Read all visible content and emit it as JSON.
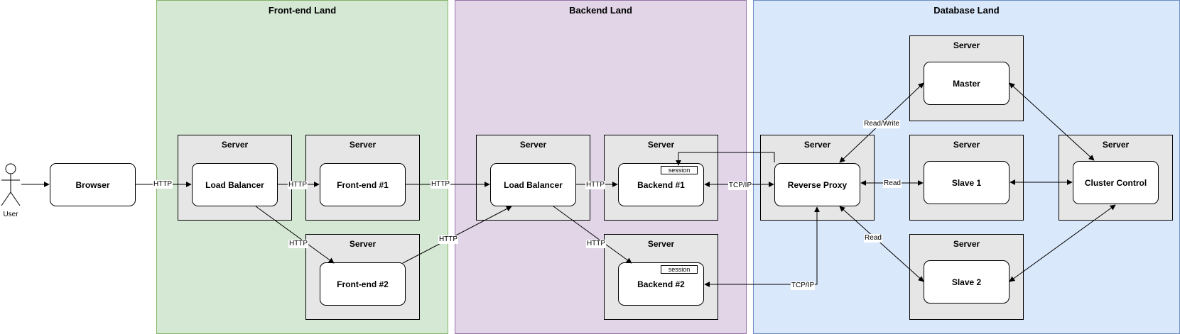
{
  "zones": {
    "frontend": {
      "title": "Front-end Land",
      "fill": "#d5e8d4",
      "stroke": "#82b366"
    },
    "backend": {
      "title": "Backend Land",
      "fill": "#e1d5e7",
      "stroke": "#9673a6"
    },
    "database": {
      "title": "Database Land",
      "fill": "#dae8fc",
      "stroke": "#6c8ebf"
    }
  },
  "actor": {
    "label": "User",
    "icon": "person-icon"
  },
  "server_title": "Server",
  "nodes": {
    "browser": "Browser",
    "fe_lb": "Load Balancer",
    "fe1": "Front-end #1",
    "fe2": "Front-end #2",
    "be_lb": "Load Balancer",
    "be1": "Backend #1",
    "be2": "Backend #2",
    "proxy": "Reverse Proxy",
    "master": "Master",
    "slave1": "Slave 1",
    "slave2": "Slave 2",
    "cluster": "Cluster Control"
  },
  "session_tag": "session",
  "edges": [
    {
      "id": "user-browser",
      "from": "User",
      "to": "Browser",
      "label": "",
      "direction": "forward"
    },
    {
      "id": "browser-felb",
      "from": "Browser",
      "to": "Load Balancer (Front-end)",
      "label": "HTTP",
      "direction": "forward"
    },
    {
      "id": "felb-fe1",
      "from": "Load Balancer (Front-end)",
      "to": "Front-end #1",
      "label": "HTTP",
      "direction": "forward"
    },
    {
      "id": "felb-fe2",
      "from": "Load Balancer (Front-end)",
      "to": "Front-end #2",
      "label": "HTTP",
      "direction": "forward"
    },
    {
      "id": "fe1-belb",
      "from": "Front-end #1",
      "to": "Load Balancer (Backend)",
      "label": "HTTP",
      "direction": "forward"
    },
    {
      "id": "fe2-belb",
      "from": "Front-end #2",
      "to": "Load Balancer (Backend)",
      "label": "HTTP",
      "direction": "forward"
    },
    {
      "id": "belb-be1",
      "from": "Load Balancer (Backend)",
      "to": "Backend #1",
      "label": "HTTP",
      "direction": "forward"
    },
    {
      "id": "belb-be2",
      "from": "Load Balancer (Backend)",
      "to": "Backend #2",
      "label": "HTTP",
      "direction": "forward"
    },
    {
      "id": "be1-proxy",
      "from": "Backend #1",
      "to": "Reverse Proxy",
      "label": "TCP/IP",
      "direction": "both"
    },
    {
      "id": "be2-proxy",
      "from": "Backend #2",
      "to": "Reverse Proxy",
      "label": "TCP/IP",
      "direction": "both"
    },
    {
      "id": "proxy-session",
      "from": "Reverse Proxy",
      "to": "session (Backend #1)",
      "label": "",
      "direction": "forward"
    },
    {
      "id": "proxy-master",
      "from": "Reverse Proxy",
      "to": "Master",
      "label": "Read/Write",
      "direction": "both"
    },
    {
      "id": "proxy-slave1",
      "from": "Reverse Proxy",
      "to": "Slave 1",
      "label": "Read",
      "direction": "both"
    },
    {
      "id": "proxy-slave2",
      "from": "Reverse Proxy",
      "to": "Slave 2",
      "label": "Read",
      "direction": "both"
    },
    {
      "id": "master-cluster",
      "from": "Master",
      "to": "Cluster Control",
      "label": "",
      "direction": "both"
    },
    {
      "id": "slave1-cluster",
      "from": "Slave 1",
      "to": "Cluster Control",
      "label": "",
      "direction": "both"
    },
    {
      "id": "slave2-cluster",
      "from": "Slave 2",
      "to": "Cluster Control",
      "label": "",
      "direction": "both"
    }
  ]
}
